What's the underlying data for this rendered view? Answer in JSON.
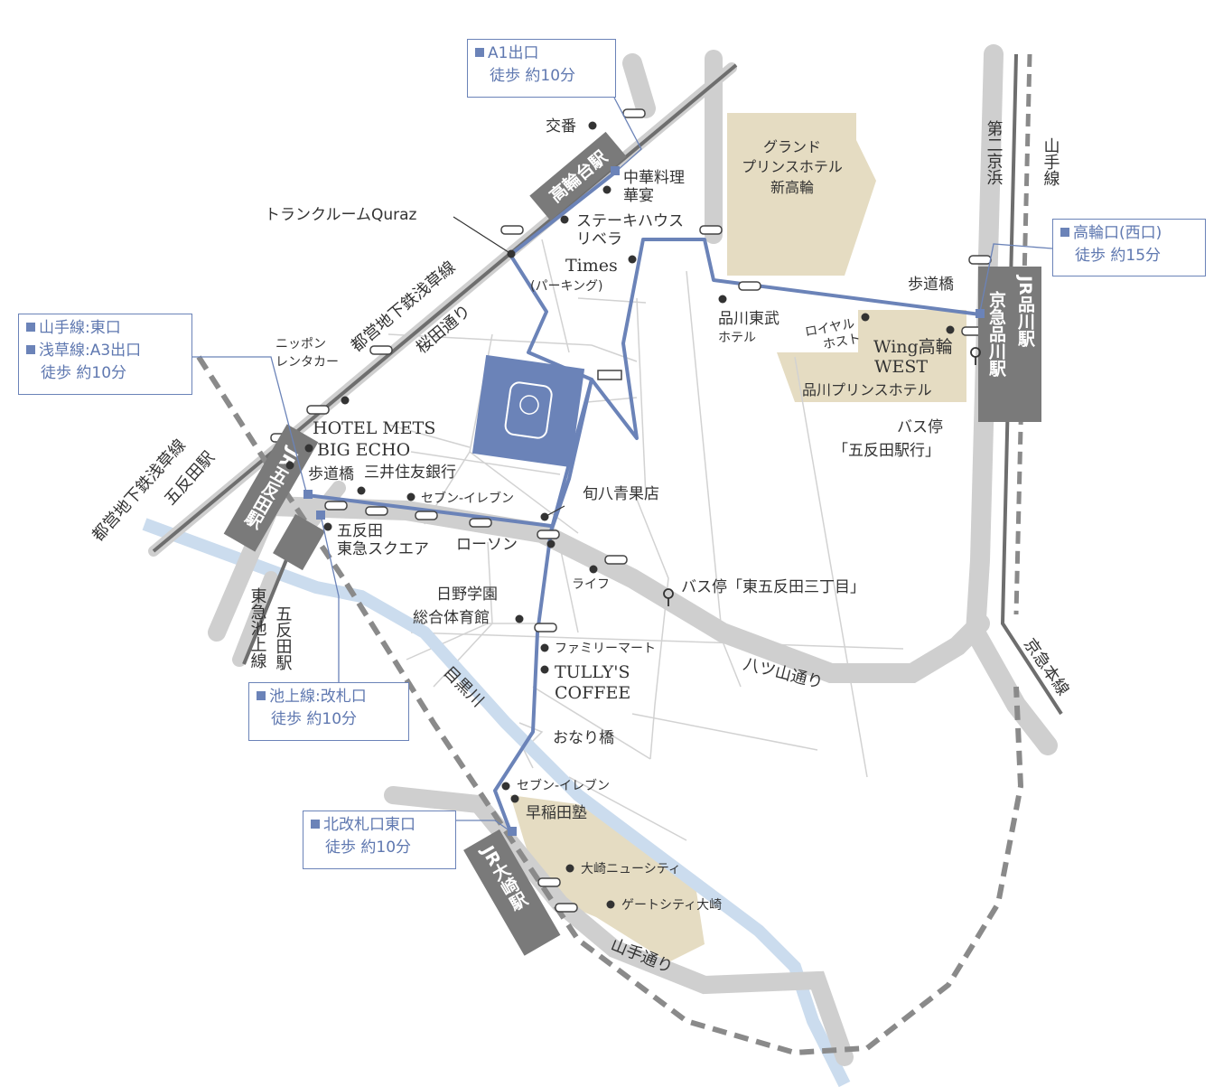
{
  "colors": {
    "road": "#cfcfcf",
    "railway_dark": "#6e6e6e",
    "route": "#6b83b8",
    "river": "#cbdcee",
    "jr_loop": "#8a8a8a",
    "building": "#e5dcc2",
    "station": "#7a7a7a",
    "venue": "#6b83b8"
  },
  "callouts": {
    "a1": {
      "line1": "A1出口",
      "line2": "徒歩 約10分"
    },
    "takanawa": {
      "line1": "高輪口(西口)",
      "line2": "徒歩 約15分"
    },
    "gotanda": {
      "line1": "山手線:東口",
      "line2": "浅草線:A3出口",
      "line3": "徒歩 約10分"
    },
    "ikegami": {
      "line1": "池上線:改札口",
      "line2": "徒歩 約10分"
    },
    "osaki": {
      "line1": "北改札口東口",
      "line2": "徒歩 約10分"
    }
  },
  "stations": {
    "takanawadai": "高輪台駅",
    "gotanda_jr": "JR五反田駅",
    "shinagawa_jr": "JR品川駅",
    "shinagawa_keikyu": "京急品川駅",
    "osaki_jr": "JR大崎駅",
    "toei_gotanda_1": "都営地下鉄浅草線",
    "toei_gotanda_2": "五反田駅",
    "tokyu_1": "東急池上線",
    "tokyu_2": "五反田駅"
  },
  "roads": {
    "asakusa_line": "都営地下鉄浅草線",
    "sakurada": "桜田通り",
    "yatsuyama": "八ツ山通り",
    "yamate_dori": "山手通り",
    "meguro_river": "目黒川",
    "daini_keihin": "第二京浜",
    "yamanote_line": "山手線",
    "keikyu_line": "京急本線"
  },
  "places": {
    "koban": "交番",
    "chuka_1": "中華料理",
    "chuka_2": "華宴",
    "steak_1": "ステーキハウス",
    "steak_2": "リベラ",
    "trunk": "トランクルームQuraz",
    "times_1": "Times",
    "times_2": "(パーキング)",
    "nippon_1": "ニッポン",
    "nippon_2": "レンタカー",
    "hotel_mets": "HOTEL METS",
    "big_echo": "BIG ECHO",
    "hodokyo": "歩道橋",
    "mitsui": "三井住友銀行",
    "seven1": "セブン-イレブン",
    "shunpachi": "旬八青果店",
    "gotanda_sq_1": "五反田",
    "gotanda_sq_2": "東急スクエア",
    "lawson": "ローソン",
    "life": "ライフ",
    "bus_higashi": "バス停「東五反田三丁目」",
    "hino_1": "日野学園",
    "hino_2": "総合体育館",
    "family": "ファミリーマート",
    "tullys_1": "TULLY'S",
    "tullys_2": "COFFEE",
    "onari": "おなり橋",
    "seven2": "セブン-イレブン",
    "waseda": "早稲田塾",
    "osaki_nc": "大崎ニューシティ",
    "gatecity": "ゲートシティ大崎",
    "grand_1": "グランド",
    "grand_2": "プリンスホテル",
    "grand_3": "新高輪",
    "tobu_1": "品川東武",
    "tobu_2": "ホテル",
    "royal_1": "ロイヤル",
    "royal_2": "ホスト",
    "wing_1": "Wing高輪",
    "wing_2": "WEST",
    "shinagawa_prince": "品川プリンスホテル",
    "hodokyo2": "歩道橋",
    "bus_shinagawa_1": "バス停",
    "bus_shinagawa_2": "「五反田駅行」"
  }
}
